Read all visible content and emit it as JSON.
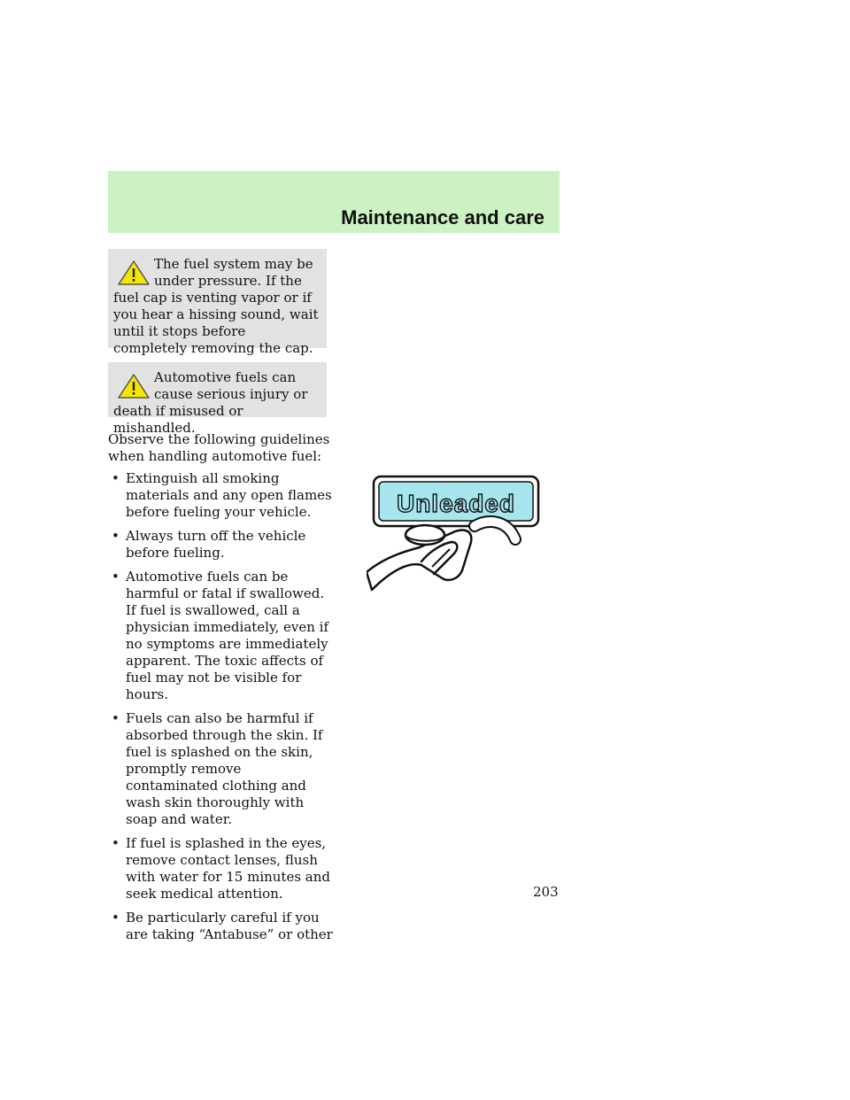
{
  "header": {
    "title": "Maintenance and care"
  },
  "warnings": [
    {
      "text": "The fuel system may be under pressure. If the fuel cap is venting vapor or if you hear a hissing sound, wait until it stops before completely removing the cap."
    },
    {
      "text": "Automotive fuels can cause serious injury or death if misused or mishandled."
    }
  ],
  "intro": "Observe the following guidelines when handling automotive fuel:",
  "bullets": [
    "Extinguish all smoking materials and any open flames before fueling your vehicle.",
    "Always turn off the vehicle before fueling.",
    "Automotive fuels can be harmful or fatal if swallowed. If fuel is swallowed, call a physician immediately, even if no symptoms are immediately apparent. The toxic affects of fuel may not be visible for hours.",
    "Fuels can also be harmful if absorbed through the skin. If fuel is splashed on the skin, promptly remove contaminated clothing and wash skin thoroughly with soap and water.",
    "If fuel is splashed in the eyes, remove contact lenses, flush with water for 15 minutes and seek medical attention.",
    "Be particularly careful if you are taking “Antabuse” or other"
  ],
  "bullet_symbol": "•",
  "illustration": {
    "label": "Unleaded",
    "icon": "fuel-nozzle-icon"
  },
  "page_number": "203",
  "colors": {
    "header_band": "#ccf2c4",
    "warning_box": "#e2e2e2",
    "warning_icon": "#f5e600",
    "sign_fill": "#a8e6ef"
  }
}
